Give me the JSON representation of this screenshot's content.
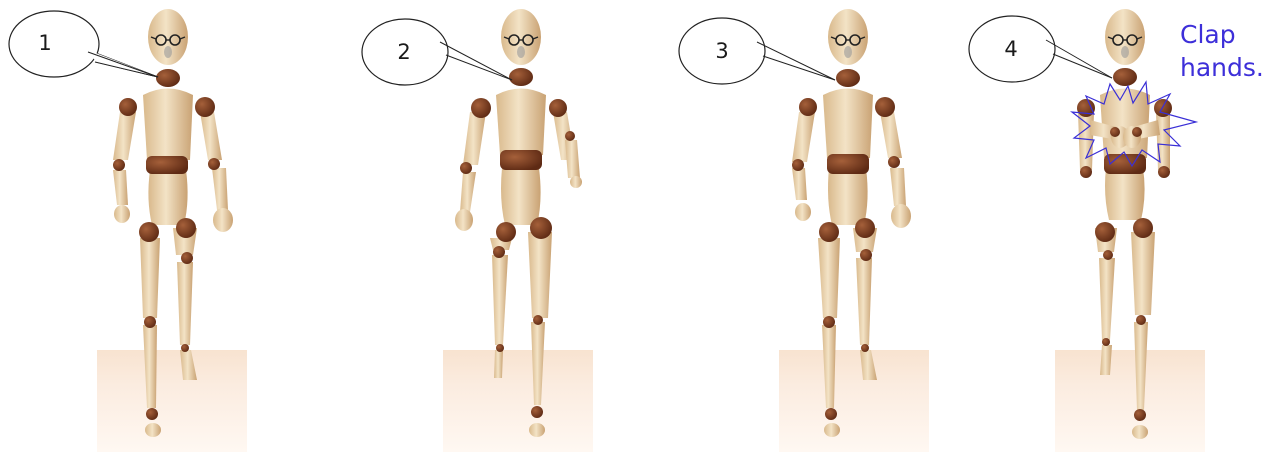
{
  "steps": [
    {
      "label": "1"
    },
    {
      "label": "2"
    },
    {
      "label": "3"
    },
    {
      "label": "4"
    }
  ],
  "caption": {
    "line1": "Clap",
    "line2": "hands."
  },
  "colors": {
    "wood_light": "#ecd7b3",
    "wood_dark": "#7a3a1f",
    "caption_blue": "#3d2fd9",
    "burst_stroke": "#3a2fd6"
  }
}
